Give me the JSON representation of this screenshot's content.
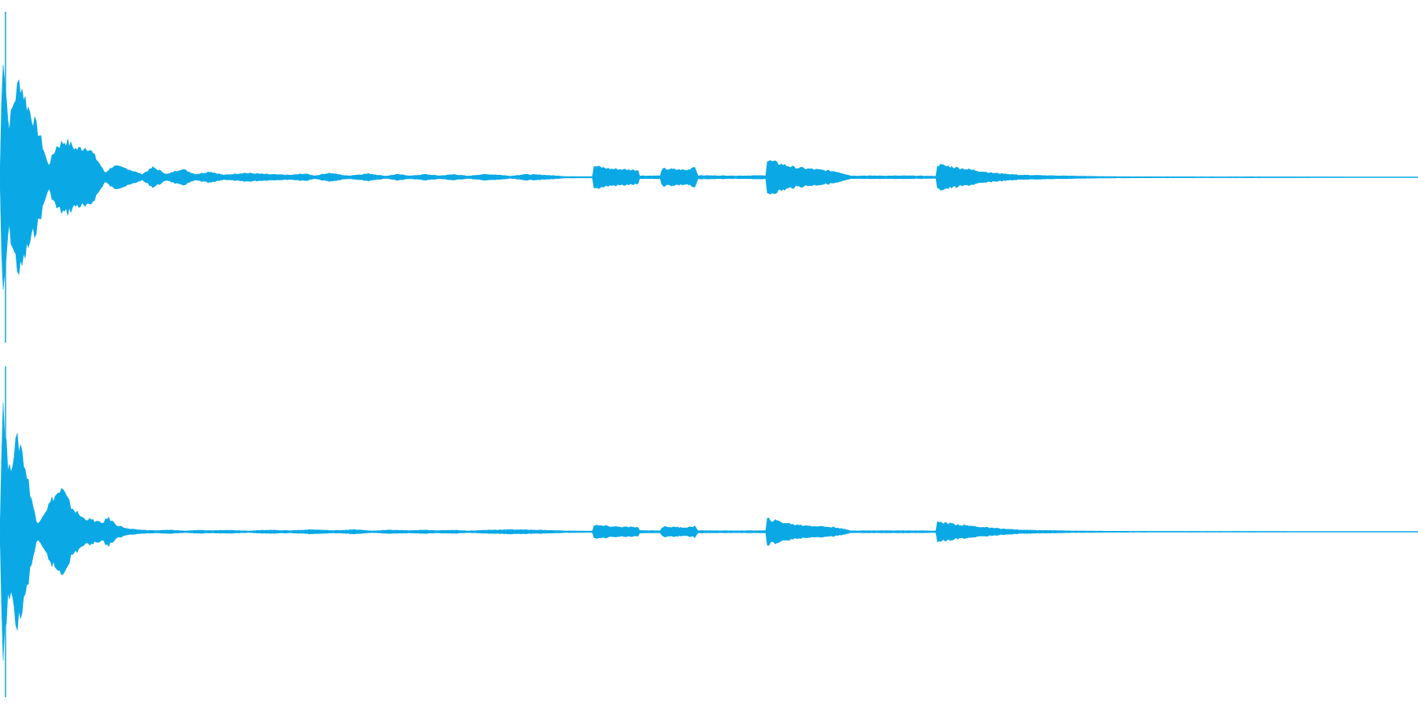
{
  "waveform": {
    "color": "#0aa9e6",
    "channels": [
      {
        "name": "",
        "envelope": [
          [
            0.0,
            0.0
          ],
          [
            0.002,
            0.95
          ],
          [
            0.006,
            0.35
          ],
          [
            0.01,
            0.55
          ],
          [
            0.014,
            0.7
          ],
          [
            0.018,
            0.55
          ],
          [
            0.024,
            0.4
          ],
          [
            0.028,
            0.3
          ],
          [
            0.034,
            0.08
          ],
          [
            0.04,
            0.22
          ],
          [
            0.046,
            0.26
          ],
          [
            0.054,
            0.2
          ],
          [
            0.062,
            0.22
          ],
          [
            0.07,
            0.1
          ],
          [
            0.074,
            0.03
          ],
          [
            0.08,
            0.08
          ],
          [
            0.09,
            0.06
          ],
          [
            0.1,
            0.02
          ],
          [
            0.108,
            0.07
          ],
          [
            0.118,
            0.02
          ],
          [
            0.128,
            0.06
          ],
          [
            0.138,
            0.02
          ],
          [
            0.148,
            0.04
          ],
          [
            0.158,
            0.015
          ],
          [
            0.172,
            0.03
          ],
          [
            0.19,
            0.02
          ],
          [
            0.205,
            0.015
          ],
          [
            0.215,
            0.025
          ],
          [
            0.222,
            0.01
          ],
          [
            0.232,
            0.03
          ],
          [
            0.245,
            0.01
          ],
          [
            0.26,
            0.025
          ],
          [
            0.272,
            0.008
          ],
          [
            0.28,
            0.02
          ],
          [
            0.29,
            0.01
          ],
          [
            0.3,
            0.02
          ],
          [
            0.31,
            0.01
          ],
          [
            0.32,
            0.02
          ],
          [
            0.33,
            0.008
          ],
          [
            0.34,
            0.02
          ],
          [
            0.35,
            0.018
          ],
          [
            0.36,
            0.008
          ],
          [
            0.37,
            0.02
          ],
          [
            0.385,
            0.015
          ],
          [
            0.4,
            0.005
          ],
          [
            0.418,
            0.005
          ],
          [
            0.419,
            0.08
          ],
          [
            0.43,
            0.06
          ],
          [
            0.45,
            0.05
          ],
          [
            0.451,
            0.01
          ],
          [
            0.466,
            0.01
          ],
          [
            0.467,
            0.06
          ],
          [
            0.485,
            0.05
          ],
          [
            0.49,
            0.08
          ],
          [
            0.492,
            0.012
          ],
          [
            0.52,
            0.01
          ],
          [
            0.54,
            0.012
          ],
          [
            0.541,
            0.12
          ],
          [
            0.56,
            0.07
          ],
          [
            0.59,
            0.04
          ],
          [
            0.6,
            0.01
          ],
          [
            0.64,
            0.01
          ],
          [
            0.66,
            0.008
          ],
          [
            0.661,
            0.09
          ],
          [
            0.68,
            0.06
          ],
          [
            0.7,
            0.03
          ],
          [
            0.72,
            0.015
          ],
          [
            0.76,
            0.008
          ],
          [
            0.78,
            0.005
          ],
          [
            0.8,
            0.004
          ],
          [
            0.84,
            0.003
          ],
          [
            0.88,
            0.003
          ],
          [
            0.92,
            0.002
          ],
          [
            0.96,
            0.001
          ],
          [
            1.0,
            0.001
          ]
        ]
      },
      {
        "name": "",
        "envelope": [
          [
            0.0,
            0.0
          ],
          [
            0.002,
            0.98
          ],
          [
            0.006,
            0.4
          ],
          [
            0.01,
            0.6
          ],
          [
            0.014,
            0.65
          ],
          [
            0.018,
            0.45
          ],
          [
            0.022,
            0.25
          ],
          [
            0.026,
            0.05
          ],
          [
            0.032,
            0.15
          ],
          [
            0.038,
            0.25
          ],
          [
            0.044,
            0.3
          ],
          [
            0.05,
            0.18
          ],
          [
            0.058,
            0.1
          ],
          [
            0.066,
            0.08
          ],
          [
            0.072,
            0.06
          ],
          [
            0.076,
            0.1
          ],
          [
            0.082,
            0.05
          ],
          [
            0.09,
            0.02
          ],
          [
            0.1,
            0.012
          ],
          [
            0.11,
            0.008
          ],
          [
            0.12,
            0.012
          ],
          [
            0.13,
            0.006
          ],
          [
            0.14,
            0.01
          ],
          [
            0.15,
            0.008
          ],
          [
            0.16,
            0.012
          ],
          [
            0.175,
            0.006
          ],
          [
            0.19,
            0.012
          ],
          [
            0.205,
            0.008
          ],
          [
            0.22,
            0.015
          ],
          [
            0.235,
            0.008
          ],
          [
            0.25,
            0.015
          ],
          [
            0.262,
            0.006
          ],
          [
            0.275,
            0.012
          ],
          [
            0.29,
            0.008
          ],
          [
            0.3,
            0.012
          ],
          [
            0.31,
            0.008
          ],
          [
            0.32,
            0.012
          ],
          [
            0.33,
            0.006
          ],
          [
            0.345,
            0.012
          ],
          [
            0.36,
            0.015
          ],
          [
            0.38,
            0.012
          ],
          [
            0.4,
            0.006
          ],
          [
            0.418,
            0.005
          ],
          [
            0.419,
            0.045
          ],
          [
            0.435,
            0.035
          ],
          [
            0.45,
            0.03
          ],
          [
            0.451,
            0.008
          ],
          [
            0.466,
            0.008
          ],
          [
            0.467,
            0.035
          ],
          [
            0.485,
            0.03
          ],
          [
            0.49,
            0.04
          ],
          [
            0.492,
            0.008
          ],
          [
            0.52,
            0.007
          ],
          [
            0.54,
            0.008
          ],
          [
            0.541,
            0.09
          ],
          [
            0.56,
            0.05
          ],
          [
            0.59,
            0.03
          ],
          [
            0.6,
            0.007
          ],
          [
            0.64,
            0.008
          ],
          [
            0.66,
            0.006
          ],
          [
            0.661,
            0.07
          ],
          [
            0.68,
            0.045
          ],
          [
            0.7,
            0.025
          ],
          [
            0.72,
            0.012
          ],
          [
            0.76,
            0.006
          ],
          [
            0.78,
            0.004
          ],
          [
            0.8,
            0.003
          ],
          [
            0.84,
            0.002
          ],
          [
            0.88,
            0.002
          ],
          [
            0.92,
            0.001
          ],
          [
            0.96,
            0.001
          ],
          [
            1.0,
            0.001
          ]
        ]
      }
    ]
  }
}
